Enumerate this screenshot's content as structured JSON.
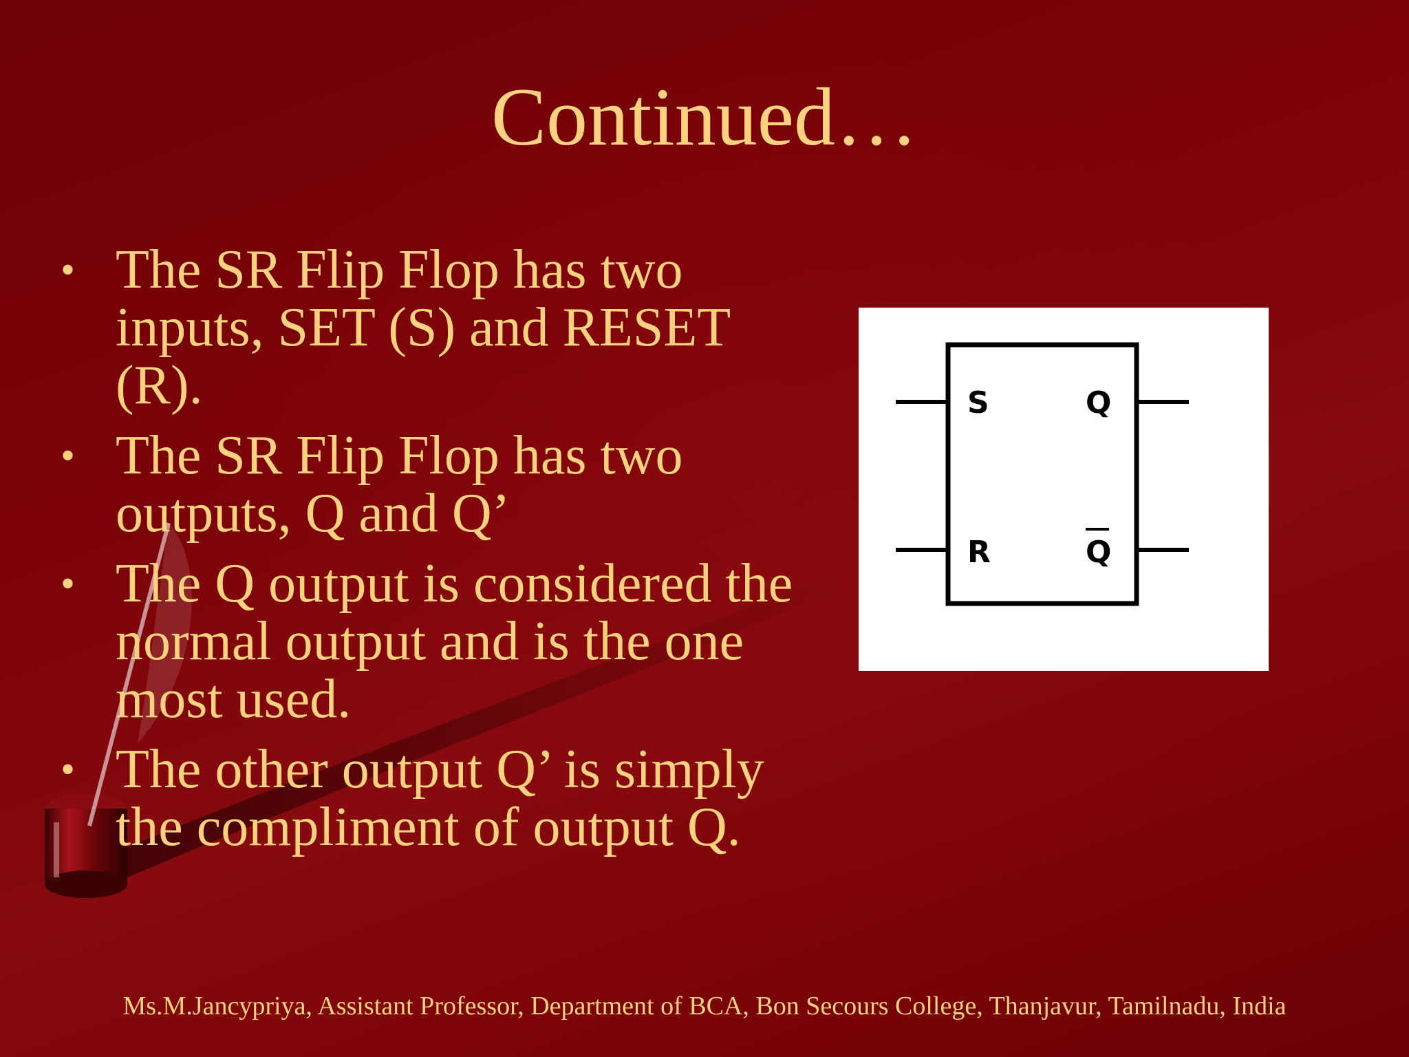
{
  "slide": {
    "title": "Continued…",
    "bullet_symbol": "•",
    "bullets": [
      "The SR Flip Flop has two inputs, SET (S) and RESET (R).",
      "The SR Flip Flop has two outputs, Q and Q’",
      "The Q output is considered the normal output and is the one most used.",
      "The other output  Q’ is simply the compliment of output Q."
    ],
    "footer": "Ms.M.Jancypriya, Assistant Professor, Department of BCA, Bon Secours College, Thanjavur, Tamilnadu, India"
  },
  "diagram": {
    "input_labels": [
      "S",
      "R"
    ],
    "output_labels": [
      "Q",
      "Q"
    ]
  },
  "colors": {
    "background": "#7a0208",
    "text": "#fcd27f",
    "diagram_bg": "#ffffff"
  }
}
